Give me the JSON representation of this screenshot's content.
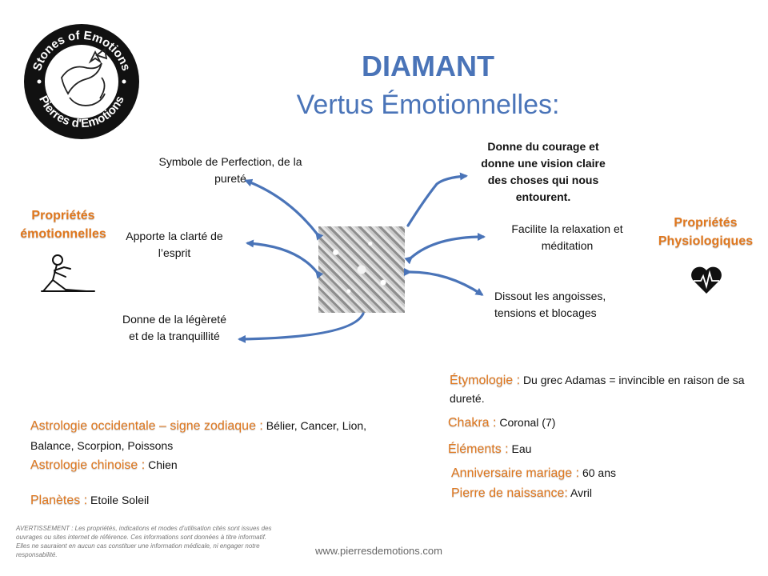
{
  "logo": {
    "ring_top": "Stones of Emotions",
    "ring_bottom": "Pierres d'Emotions"
  },
  "title": "DIAMANT",
  "subtitle": "Vertus Émotionnelles:",
  "left_heading": "Propriétés émotionnelles",
  "right_heading": "Propriétés Physiologiques",
  "left_virtues": [
    "Symbole de Perfection, de la pureté",
    "Apporte la clarté de l’esprit",
    "Donne de la légèreté et de la tranquillité"
  ],
  "right_virtues": [
    "Donne du courage et donne une vision claire des choses qui nous entourent.",
    "Facilite la relaxation et méditation",
    "Dissout les angoisses, tensions et blocages"
  ],
  "info": {
    "etymologie": {
      "label": "Étymologie :",
      "value": "Du grec Adamas = invincible en raison de sa dureté."
    },
    "chakra": {
      "label": "Chakra :",
      "value": "Coronal (7)"
    },
    "elements": {
      "label": "Éléments :",
      "value": "Eau"
    },
    "anniversaire": {
      "label": "Anniversaire mariage :",
      "value": "60 ans"
    },
    "naissance": {
      "label": "Pierre de naissance:",
      "value": "Avril"
    },
    "astro_occ": {
      "label": "Astrologie occidentale – signe zodiaque :",
      "value": "Bélier, Cancer, Lion, Balance, Scorpion, Poissons"
    },
    "astro_chin": {
      "label": "Astrologie chinoise :",
      "value": "Chien"
    },
    "planetes": {
      "label": "Planètes :",
      "value": "Etoile Soleil"
    }
  },
  "disclaimer": "AVERTISSEMENT : Les propriétés, indications et modes d’utilisation cités sont issues des ouvrages ou sites internet de référence. Ces informations sont données à titre informatif. Elles ne sauraient en aucun cas constituer une information médicale, ni engager notre responsabilité.",
  "website": "www.pierresdemotions.com",
  "colors": {
    "title_blue": "#4a74b8",
    "accent_orange": "#e0781f",
    "arrow_blue": "#4a74b8"
  }
}
